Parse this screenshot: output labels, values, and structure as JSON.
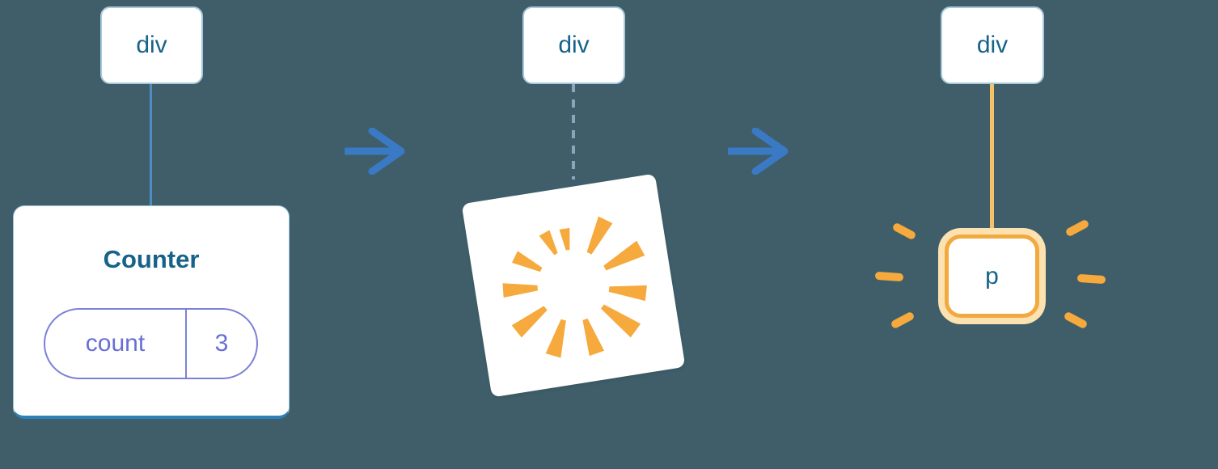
{
  "panels": [
    {
      "name": "state-preserved",
      "root_node": "div",
      "component_card": {
        "title": "Counter",
        "state": {
          "key": "count",
          "value": "3"
        }
      }
    },
    {
      "name": "component-removed",
      "root_node": "div",
      "effect": "poof-burst"
    },
    {
      "name": "element-added",
      "root_node": "div",
      "new_node": "p"
    }
  ],
  "arrows": [
    {
      "icon": "arrow-right-icon"
    },
    {
      "icon": "arrow-right-icon"
    }
  ],
  "icons": [
    "arrow-right-icon",
    "poof-burst-icon",
    "sparkle-dash-icon"
  ],
  "colors": {
    "background": "#3f5e69",
    "node_text": "#176289",
    "node_border": "#a7c9dc",
    "connector_blue": "#4e8cc4",
    "connector_dashed": "#8ba6ba",
    "connector_orange": "#f7c169",
    "arrow_blue": "#3a79c4",
    "state_purple": "#7b80d8",
    "burst_orange": "#f6a93c",
    "highlight_ring": "#fbe2b0",
    "highlight_border": "#f2a93f",
    "card_bottom_edge": "#2d81b8"
  }
}
